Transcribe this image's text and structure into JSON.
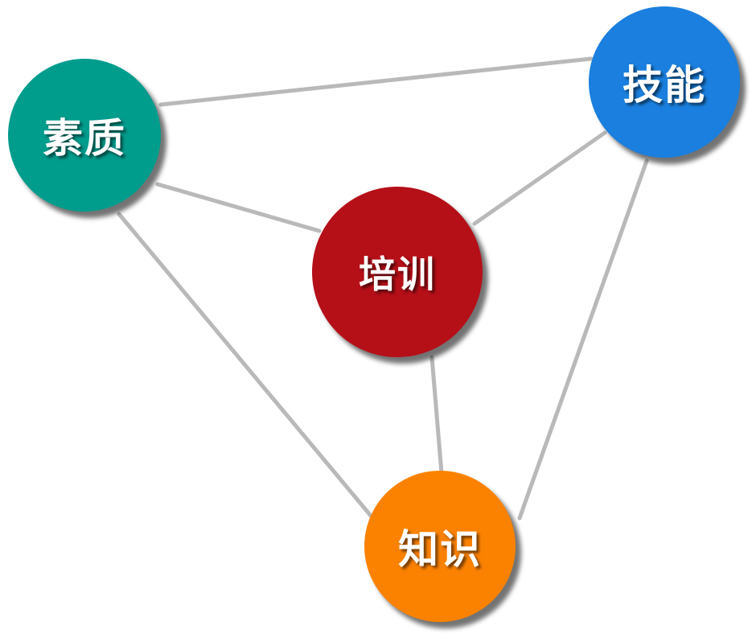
{
  "diagram": {
    "nodes": [
      {
        "id": "suzhi",
        "label": "素质",
        "color": "#009c8c"
      },
      {
        "id": "jineng",
        "label": "技能",
        "color": "#1a7fde"
      },
      {
        "id": "peixun",
        "label": "培训",
        "color": "#b50f18"
      },
      {
        "id": "zhishi",
        "label": "知识",
        "color": "#fb8200"
      }
    ],
    "edges": [
      [
        "suzhi",
        "jineng"
      ],
      [
        "suzhi",
        "peixun"
      ],
      [
        "suzhi",
        "zhishi"
      ],
      [
        "jineng",
        "peixun"
      ],
      [
        "jineng",
        "zhishi"
      ],
      [
        "peixun",
        "zhishi"
      ]
    ],
    "edge_color": "#b9b9b9"
  }
}
